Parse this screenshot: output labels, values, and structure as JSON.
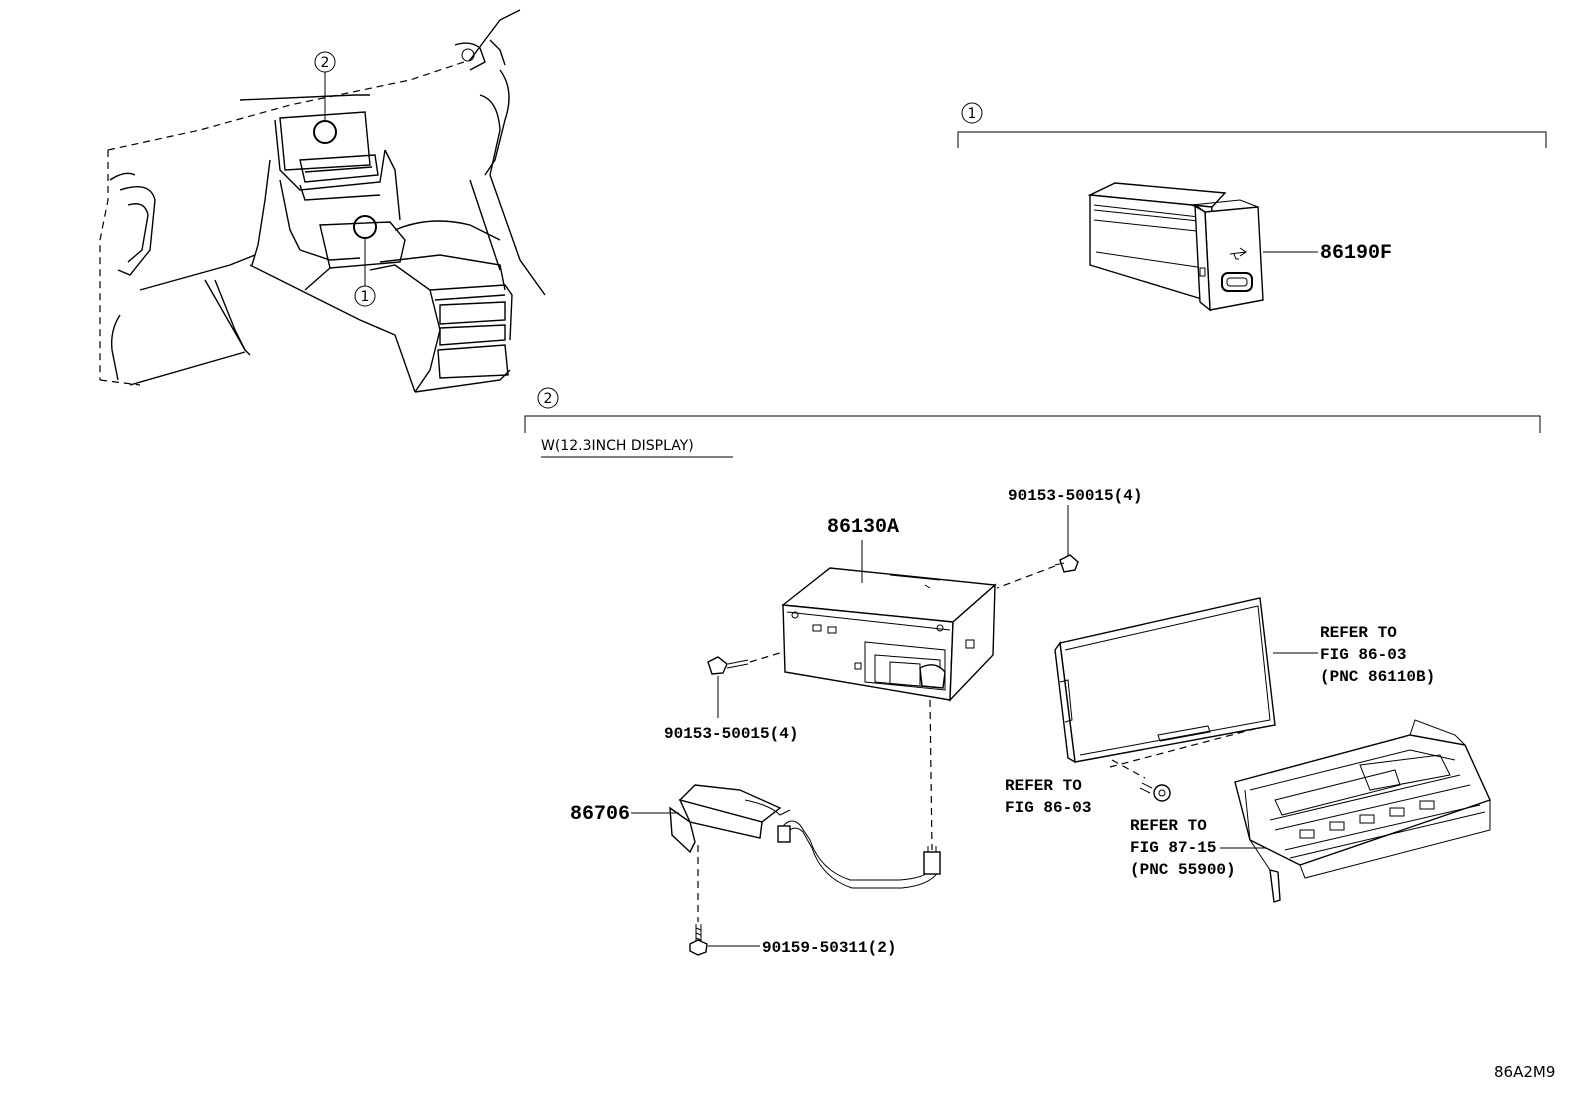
{
  "section_markers": {
    "one": "1",
    "two": "2"
  },
  "condition_note": "W(12.3INCH DISPLAY)",
  "parts": {
    "usb_port": "86190F",
    "receiver": "86130A",
    "bracket": "86706",
    "bolt_right": "90153-50015(4)",
    "bolt_left": "90153-50015(4)",
    "screw_bottom": "90159-50311(2)"
  },
  "references": {
    "display_ref": [
      "REFER TO",
      "FIG 86-03",
      "(PNC 86110B)"
    ],
    "bolt_ref": [
      "REFER TO",
      "FIG 86-03"
    ],
    "panel_ref": [
      "REFER TO",
      "FIG 87-15",
      "(PNC 55900)"
    ]
  },
  "illustration_id": "86A2M9"
}
